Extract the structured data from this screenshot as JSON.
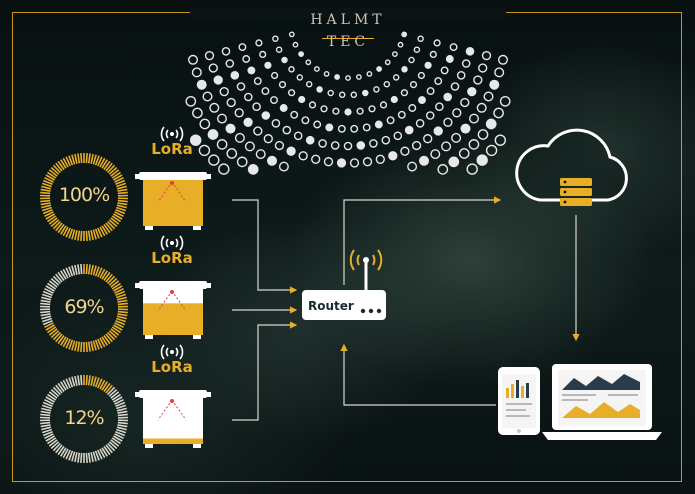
{
  "brand": {
    "logo_line1": "HALMT",
    "logo_line2": "TEC"
  },
  "bins": [
    {
      "fill_label": "100%",
      "fill_fraction": 1.0,
      "lora_label": "LoRa"
    },
    {
      "fill_label": "69%",
      "fill_fraction": 0.69,
      "lora_label": "LoRa"
    },
    {
      "fill_label": "12%",
      "fill_fraction": 0.12,
      "lora_label": "LoRa"
    }
  ],
  "router": {
    "label": "Router"
  },
  "colors": {
    "accent": "#e8ae28",
    "device": "#ffffff",
    "gauge_empty": "#d9d6cc"
  },
  "icons": [
    "lora-signal-icon",
    "router-antenna-icon",
    "cloud-server-icon",
    "phone-dashboard-icon",
    "laptop-dashboard-icon"
  ]
}
